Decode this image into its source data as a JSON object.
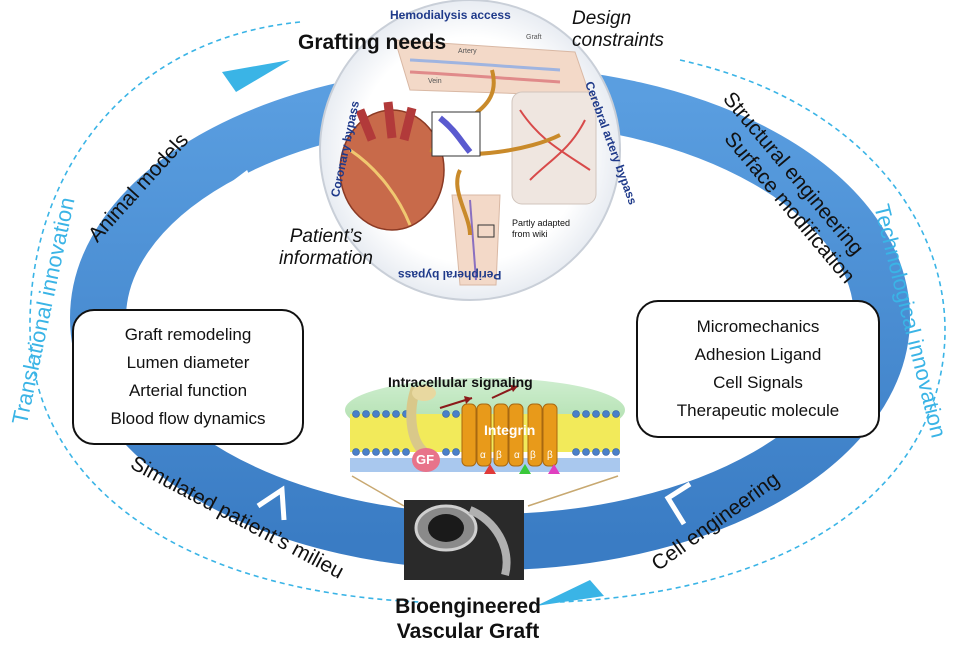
{
  "top": {
    "grafting_needs": "Grafting needs",
    "design_constraints": "Design constraints",
    "patients_information": "Patient’s information",
    "partly_adapted": "Partly adapted from wiki",
    "hemodialysis": "Hemodialysis access",
    "coronary": "Coronary bypass",
    "cerebral": "Cerebral artery bypass",
    "peripheral": "Peripheral bypass",
    "artery_label": "Artery",
    "graft_label": "Graft",
    "vein_label": "Vein"
  },
  "outer": {
    "translational": "Translational innovation",
    "technological": "Technological innovation"
  },
  "ring_labels": {
    "animal_models": "Animal models",
    "structural": "Structural engineering",
    "surface": "Surface modification",
    "simulated": "Simulated patient’s milieu",
    "cell_engineering": "Cell engineering"
  },
  "left_box": [
    "Graft remodeling",
    "Lumen diameter",
    "Arterial function",
    "Blood flow dynamics"
  ],
  "right_box": [
    "Micromechanics",
    "Adhesion Ligand",
    "Cell Signals",
    "Therapeutic molecule"
  ],
  "membrane": {
    "intracellular": "Intracellular signaling",
    "integrin": "Integrin",
    "gf": "GF",
    "alpha": "α",
    "beta": "β"
  },
  "bottom": {
    "line1": "Bioengineered",
    "line2": "Vascular  Graft"
  },
  "colors": {
    "ring_blue": "#4a8fd4",
    "cyan": "#3ab4e6",
    "membrane_yellow": "#f2ea5a",
    "bilayer_blue": "#4a80c8"
  }
}
